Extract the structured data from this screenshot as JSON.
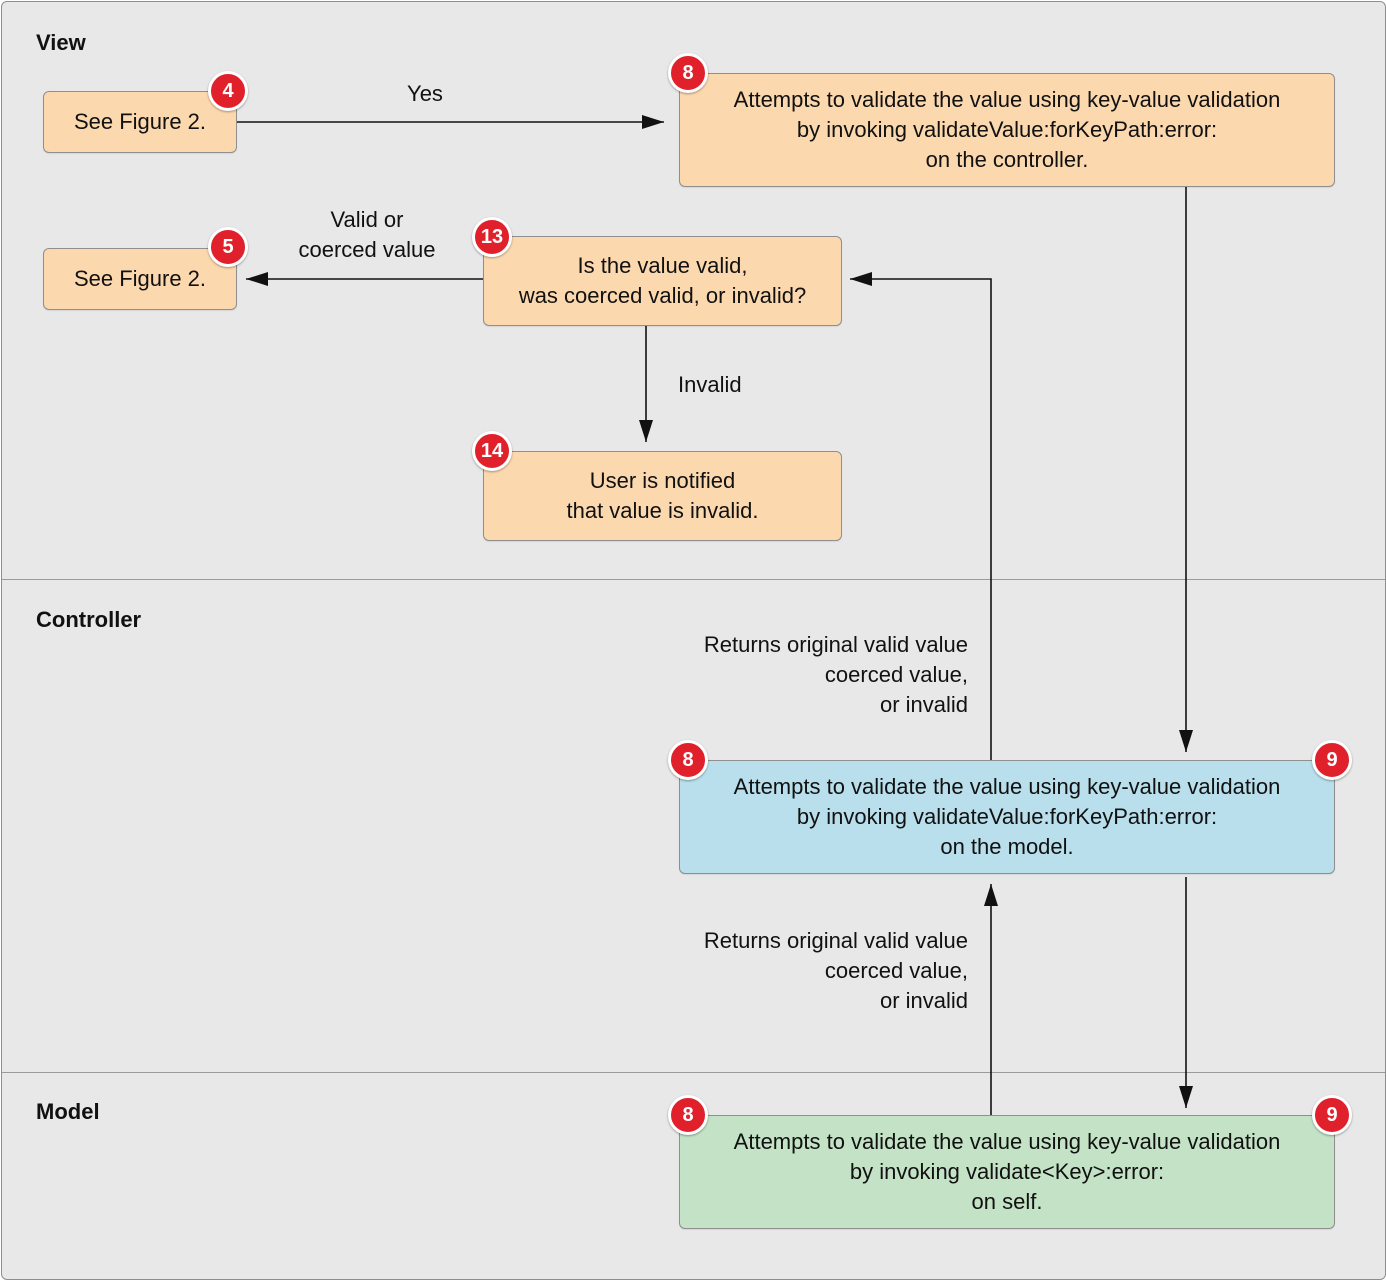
{
  "colors": {
    "background": "#e8e8e8",
    "orange_box": "#fcd8ae",
    "blue_box": "#b8dfeb",
    "green_box": "#c3e2c6",
    "badge": "#e0212c"
  },
  "lanes": {
    "view": "View",
    "controller": "Controller",
    "model": "Model"
  },
  "boxes": {
    "see_fig_4": "See Figure 2.",
    "see_fig_5": "See Figure 2.",
    "view_validate": "Attempts to validate the value using key-value validation\nby invoking validateValue:forKeyPath:error:\non the controller.",
    "is_valid": "Is the value valid,\nwas coerced valid, or invalid?",
    "user_notified": "User is notified\nthat value is invalid.",
    "controller_validate": "Attempts to validate the value using key-value validation\nby invoking validateValue:forKeyPath:error:\non the model.",
    "model_validate": "Attempts to validate the value using key-value validation\nby invoking validate<Key>:error:\non self."
  },
  "badges": {
    "b4": "4",
    "b8_view": "8",
    "b5": "5",
    "b13": "13",
    "b14": "14",
    "b8_controller": "8",
    "b9_controller": "9",
    "b8_model": "8",
    "b9_model": "9"
  },
  "labels": {
    "yes": "Yes",
    "valid_or_coerced": "Valid or\ncoerced value",
    "invalid": "Invalid",
    "returns_1": "Returns original valid value\ncoerced value,\nor invalid",
    "returns_2": "Returns original valid value\ncoerced value,\nor invalid"
  }
}
